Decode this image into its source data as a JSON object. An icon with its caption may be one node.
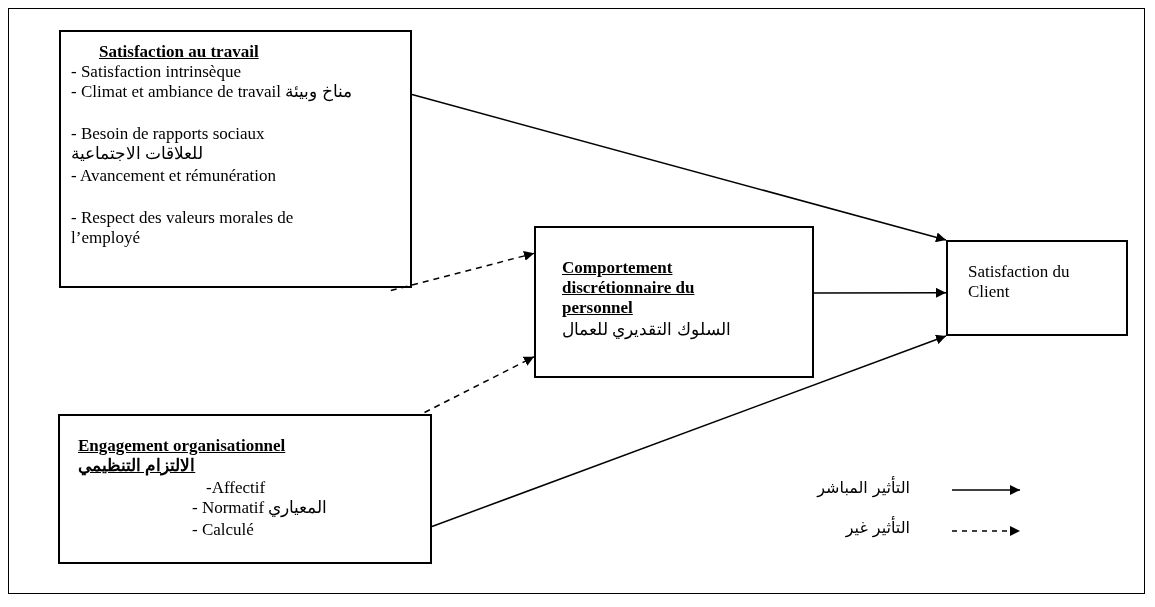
{
  "diagram": {
    "nodes": [
      {
        "text": [
          "Satisfaction au travail",
          "- Satisfaction intrinsèque",
          "- Climat et ambiance de travail مناخ وبيئة",
          "- Besoin de rapports sociaux",
          "للعلاقات الاجتماعية",
          "- Avancement et rémunération",
          "- Respect des valeurs morales de l’employé"
        ]
      },
      {
        "text": [
          "Comportement discrétionnaire du personnel",
          "السلوك التقديري للعمال"
        ]
      },
      {
        "text": [
          "Satisfaction du Client"
        ]
      },
      {
        "text": [
          "Engagement organisationnel",
          "الالتزام التنظيمي",
          "-Affectif",
          "- Normatif المعياري",
          "- Calculé"
        ]
      }
    ],
    "edges": [
      {
        "from": 0,
        "to": 2,
        "arrow": "to"
      },
      {
        "from": 0,
        "to": 1,
        "arrow": "to",
        "style": "dashed"
      },
      {
        "from": 1,
        "to": 2,
        "arrow": "to"
      },
      {
        "from": 3,
        "to": 1,
        "arrow": "to",
        "style": "dashed"
      },
      {
        "from": 3,
        "to": 2,
        "arrow": "to"
      }
    ],
    "legend": [
      {
        "text": "التأثير المباشر"
      },
      {
        "text": "التأثير غير"
      }
    ]
  }
}
